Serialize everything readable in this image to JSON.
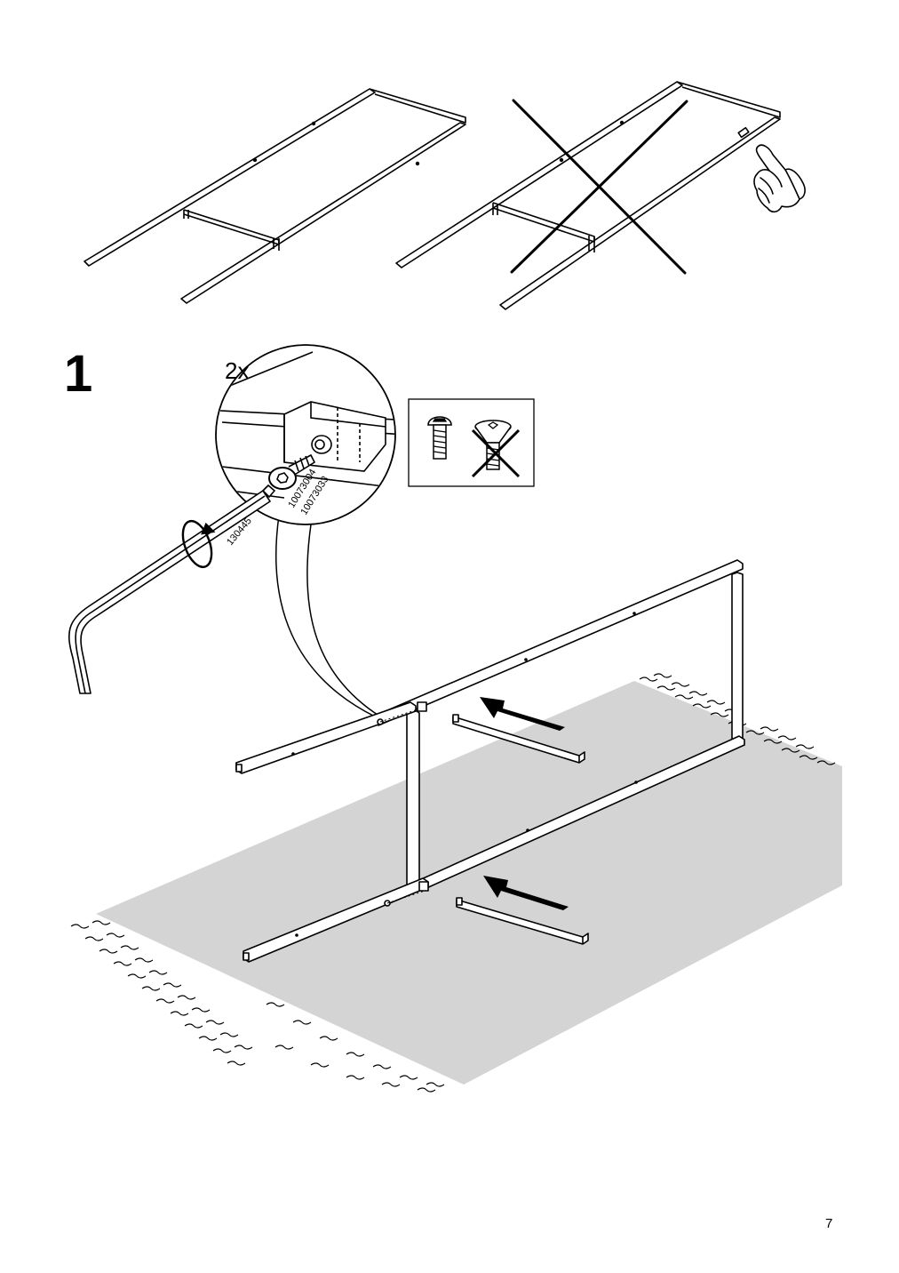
{
  "step": {
    "number": "1"
  },
  "detail": {
    "quantity": "2x",
    "screw_part_numbers": [
      "10073004",
      "10073033"
    ],
    "key_part_number": "130445"
  },
  "page": {
    "number": "7"
  },
  "icons": {
    "correct_screw": "hex-socket-button-head-screw-icon",
    "incorrect_screw": "countersunk-screw-icon",
    "pointing_hand": "pointing-hand-icon",
    "rotation": "clockwise-rotate-icon",
    "push_arrows": "push-arrow-icon"
  },
  "colors": {
    "line": "#000000",
    "mat": "#d4d4d4",
    "background": "#ffffff"
  }
}
